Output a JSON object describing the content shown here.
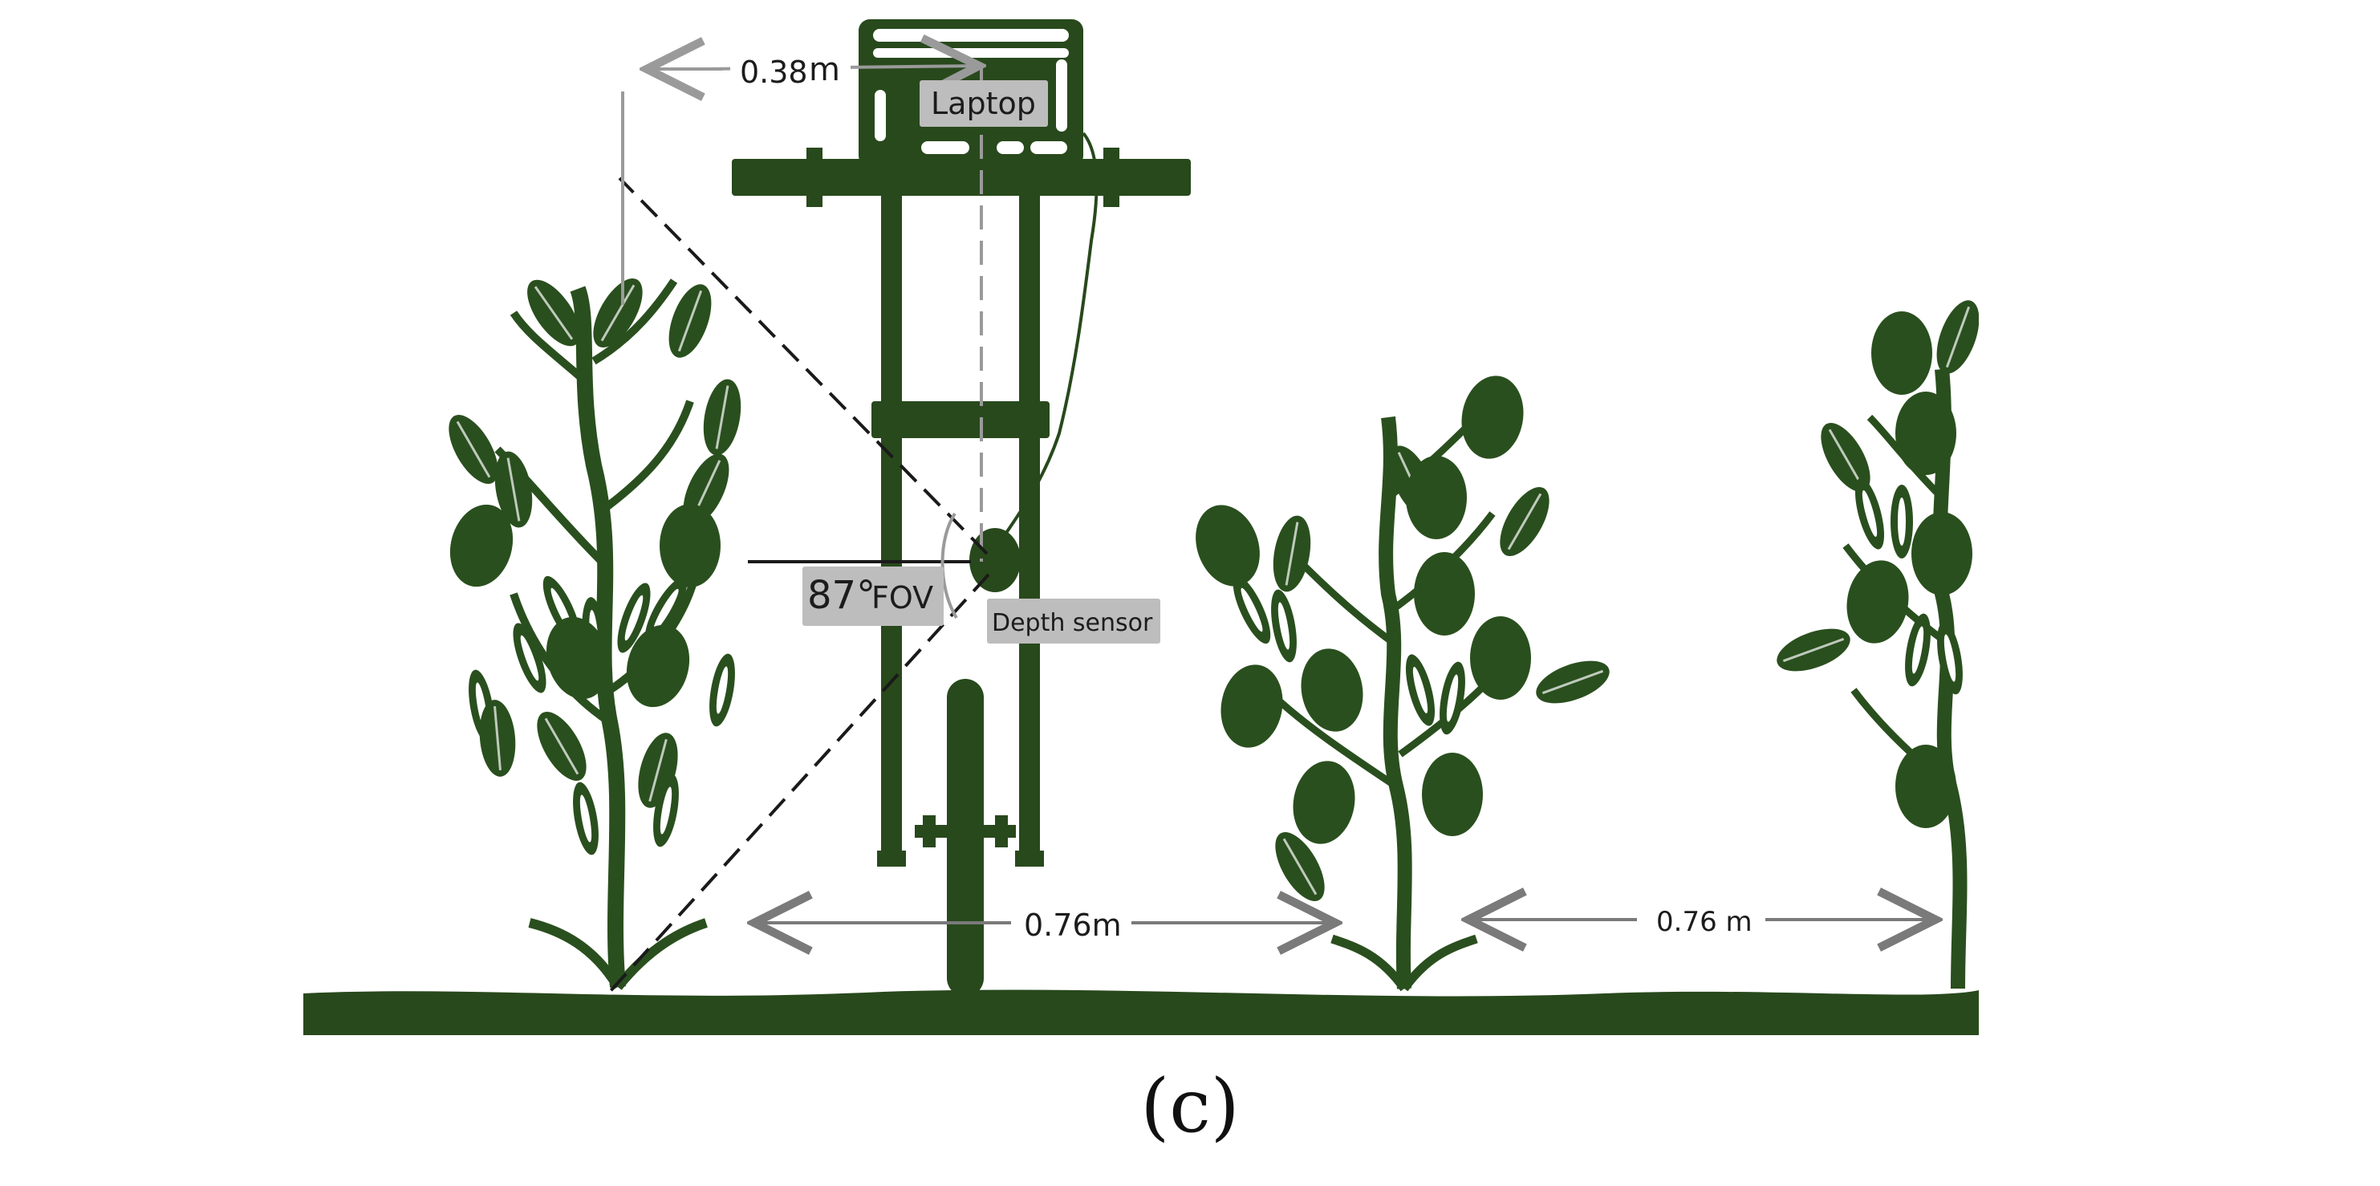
{
  "labels": {
    "laptop": "Laptop",
    "fov_value": "87°",
    "fov_unit": "FOV",
    "depth_sensor": "Depth sensor",
    "laptop_offset_value": "0.38",
    "laptop_offset_unit": "m",
    "row_spacing_1": "0.76m",
    "row_spacing_2": "0.76 m"
  },
  "caption": "(c)",
  "colors": {
    "plant_green": "#2a4f1e",
    "frame_green": "#28491c",
    "label_box": "#bdbdbd",
    "dimension_gray": "#7a7a7a",
    "background": "#ffffff"
  }
}
